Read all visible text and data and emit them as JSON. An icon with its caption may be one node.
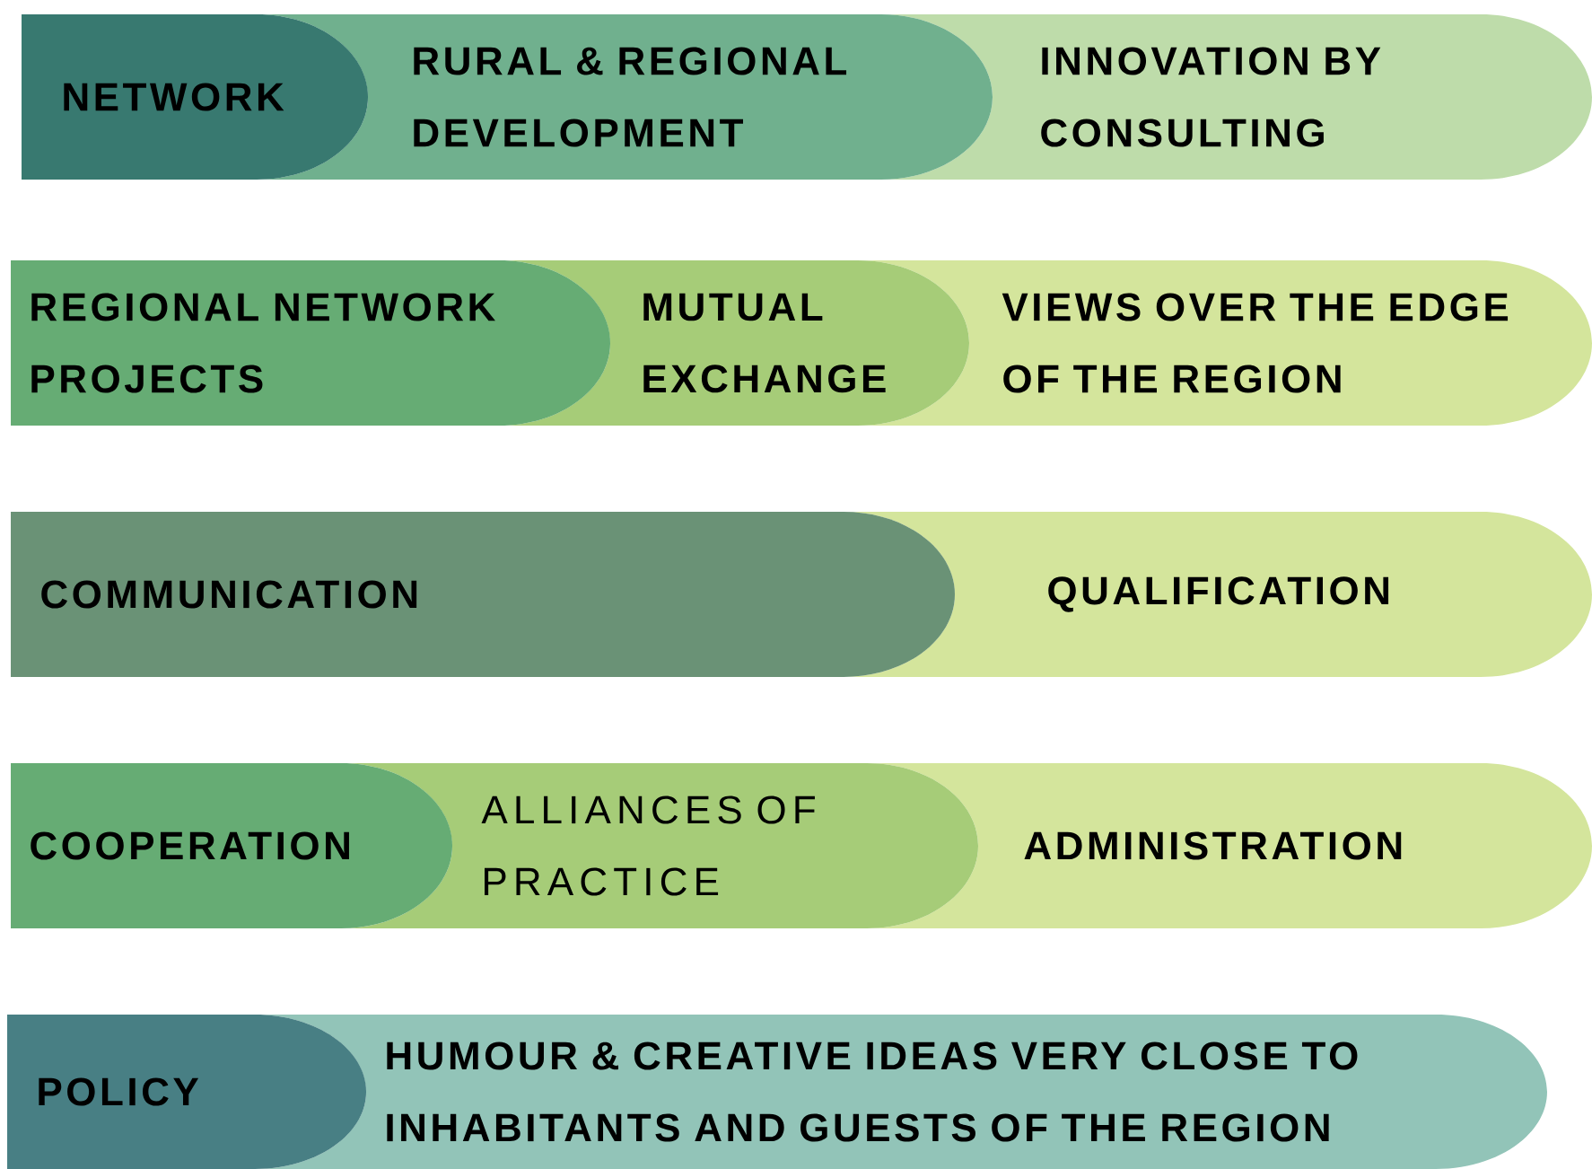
{
  "diagram": {
    "nodes": [
      {
        "text": [
          "NETWORK"
        ]
      },
      {
        "text": [
          "RURAL & REGIONAL DEVELOPMENT"
        ]
      },
      {
        "text": [
          "INNOVATION BY CONSULTING"
        ]
      },
      {
        "text": [
          "REGIONAL NETWORK PROJECTS"
        ]
      },
      {
        "text": [
          "MUTUAL EXCHANGE"
        ]
      },
      {
        "text": [
          "VIEWS OVER THE EDGE OF THE REGION"
        ]
      },
      {
        "text": [
          "COMMUNICATION"
        ]
      },
      {
        "text": [
          "QUALIFICATION"
        ]
      },
      {
        "text": [
          "COOPERATION"
        ]
      },
      {
        "text": [
          "ALLIANCES OF PRACTICE"
        ]
      },
      {
        "text": [
          "ADMINISTRATION"
        ]
      },
      {
        "text": [
          "POLICY"
        ]
      },
      {
        "text": [
          "HUMOUR & CREATIVE IDEAS VERY CLOSE TO INHABITANTS AND GUESTS OF THE REGION"
        ]
      }
    ]
  }
}
